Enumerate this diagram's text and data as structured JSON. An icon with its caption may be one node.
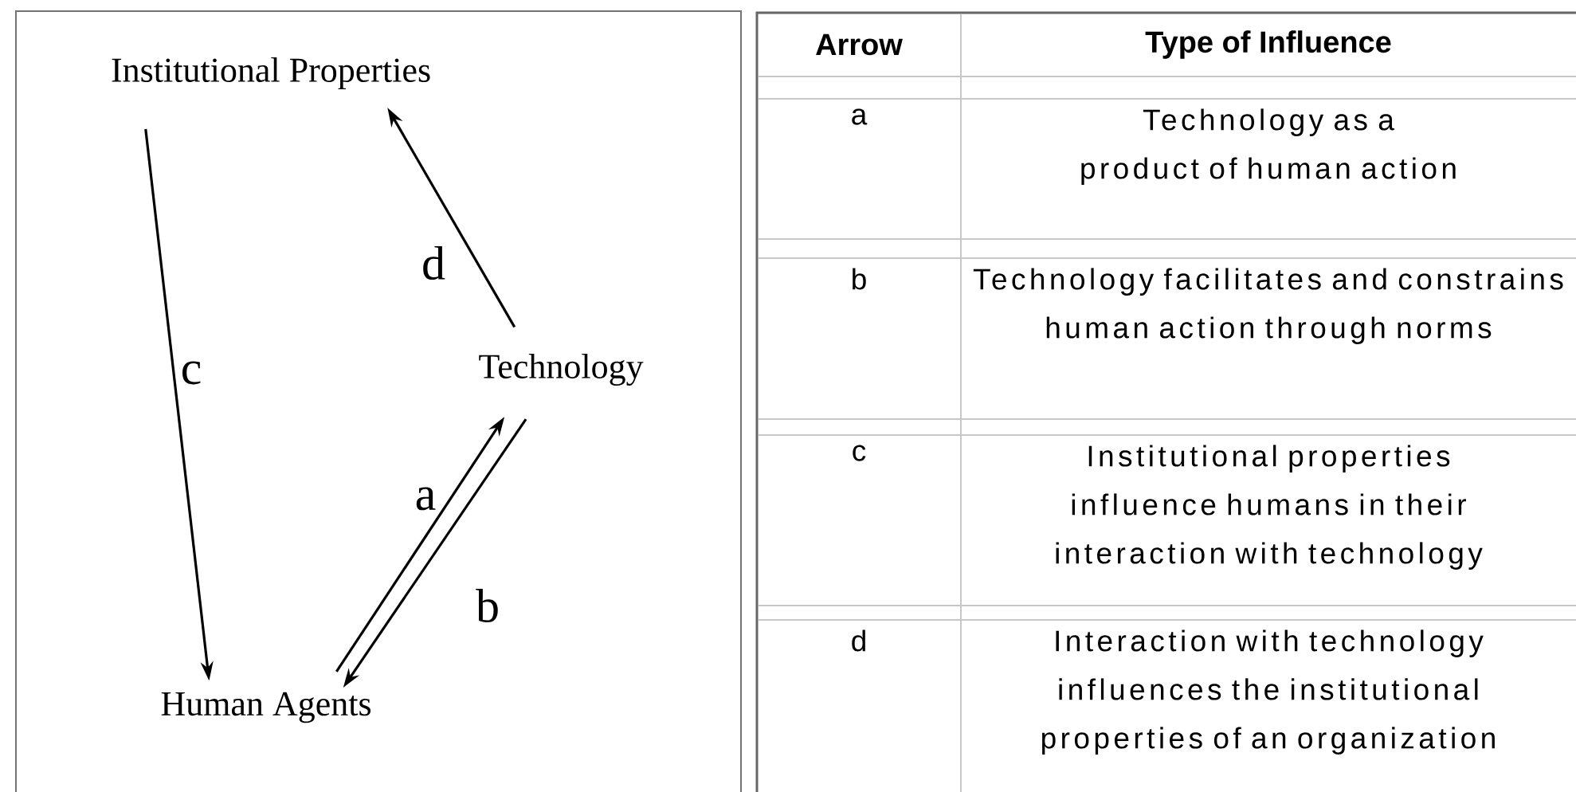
{
  "diagram": {
    "nodes": [
      {
        "text": [
          "Institutional Properties"
        ]
      },
      {
        "text": [
          "Technology"
        ]
      },
      {
        "text": [
          "Human Agents"
        ]
      }
    ],
    "edges": [
      {
        "from": 0,
        "to": 2,
        "arrow": "to",
        "label": "c"
      },
      {
        "from": 1,
        "to": 0,
        "arrow": "to",
        "label": "d"
      },
      {
        "from": 2,
        "to": 1,
        "arrow": "to",
        "label": "a"
      },
      {
        "from": 1,
        "to": 2,
        "arrow": "to",
        "label": "b"
      }
    ],
    "labels": [
      "Arrow",
      "Type of Influence",
      "a",
      "Technology as a product of human action",
      "b",
      "Technology facilitates and constrains human action through norms",
      "c",
      "Institutional properties influence humans in their interaction with technology",
      "d",
      "Interaction with technology influences the institutional properties of an organization"
    ]
  }
}
